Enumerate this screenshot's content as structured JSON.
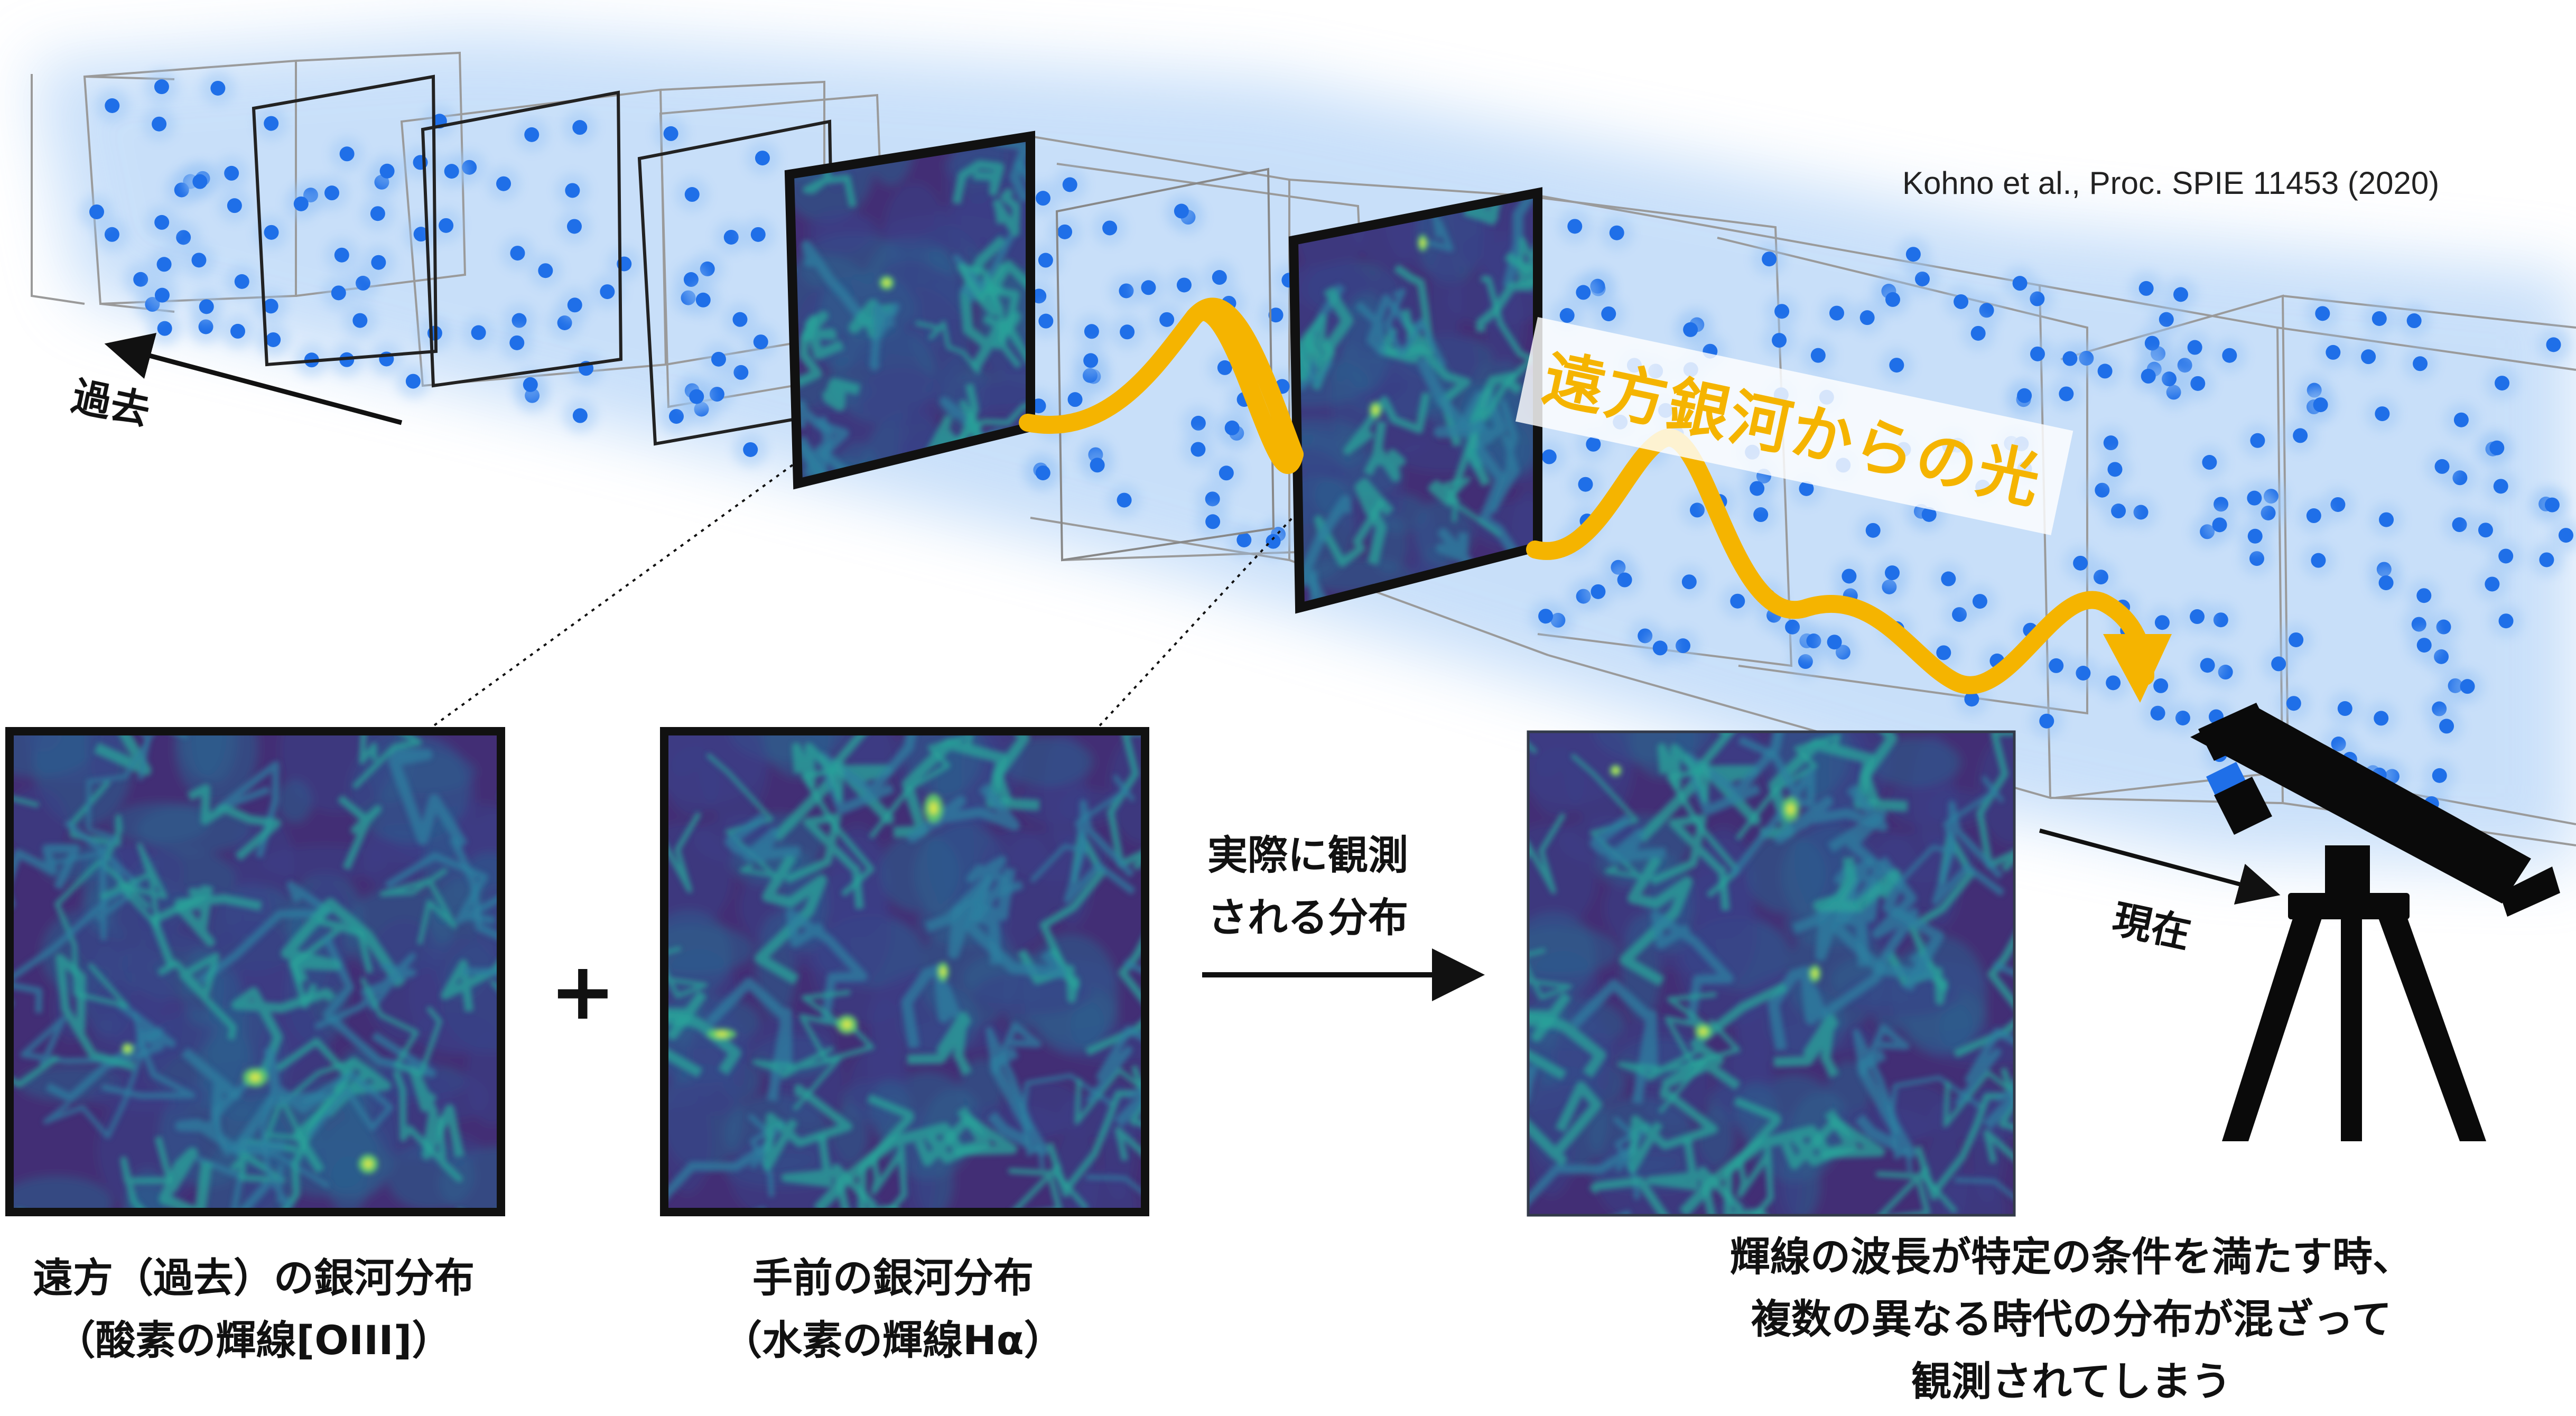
{
  "citation": "Kohno et al., Proc. SPIE 11453 (2020)",
  "labels": {
    "past": "過去",
    "present": "現在",
    "light_from_distant_galaxies": "遠方銀河からの光",
    "plus": "+",
    "observed_line1": "実際に観測",
    "observed_line2": "される分布"
  },
  "captions": {
    "far": {
      "line1": "遠方（過去）の銀河分布",
      "line2": "（酸素の輝線[OIII]）"
    },
    "near": {
      "line1": "手前の銀河分布",
      "line2": "（水素の輝線Hα）"
    },
    "observed": {
      "line1": "輝線の波長が特定の条件を満たす時、",
      "line2": "複数の異なる時代の分布が混ざって",
      "line3": "観測されてしまう"
    }
  },
  "colors": {
    "galaxy_dot": "#1f6fe8",
    "glow": "#9cc6f5",
    "light_wave": "#f5b400",
    "map_base": "#3e2a6e",
    "map_filament": "#2aa49a",
    "map_peak": "#d8e84a",
    "frame": "#111111"
  },
  "icons": {
    "telescope": "telescope-icon",
    "arrow_past": "arrow-left-icon",
    "arrow_present": "arrow-right-icon",
    "arrow_observed": "arrow-right-icon"
  }
}
